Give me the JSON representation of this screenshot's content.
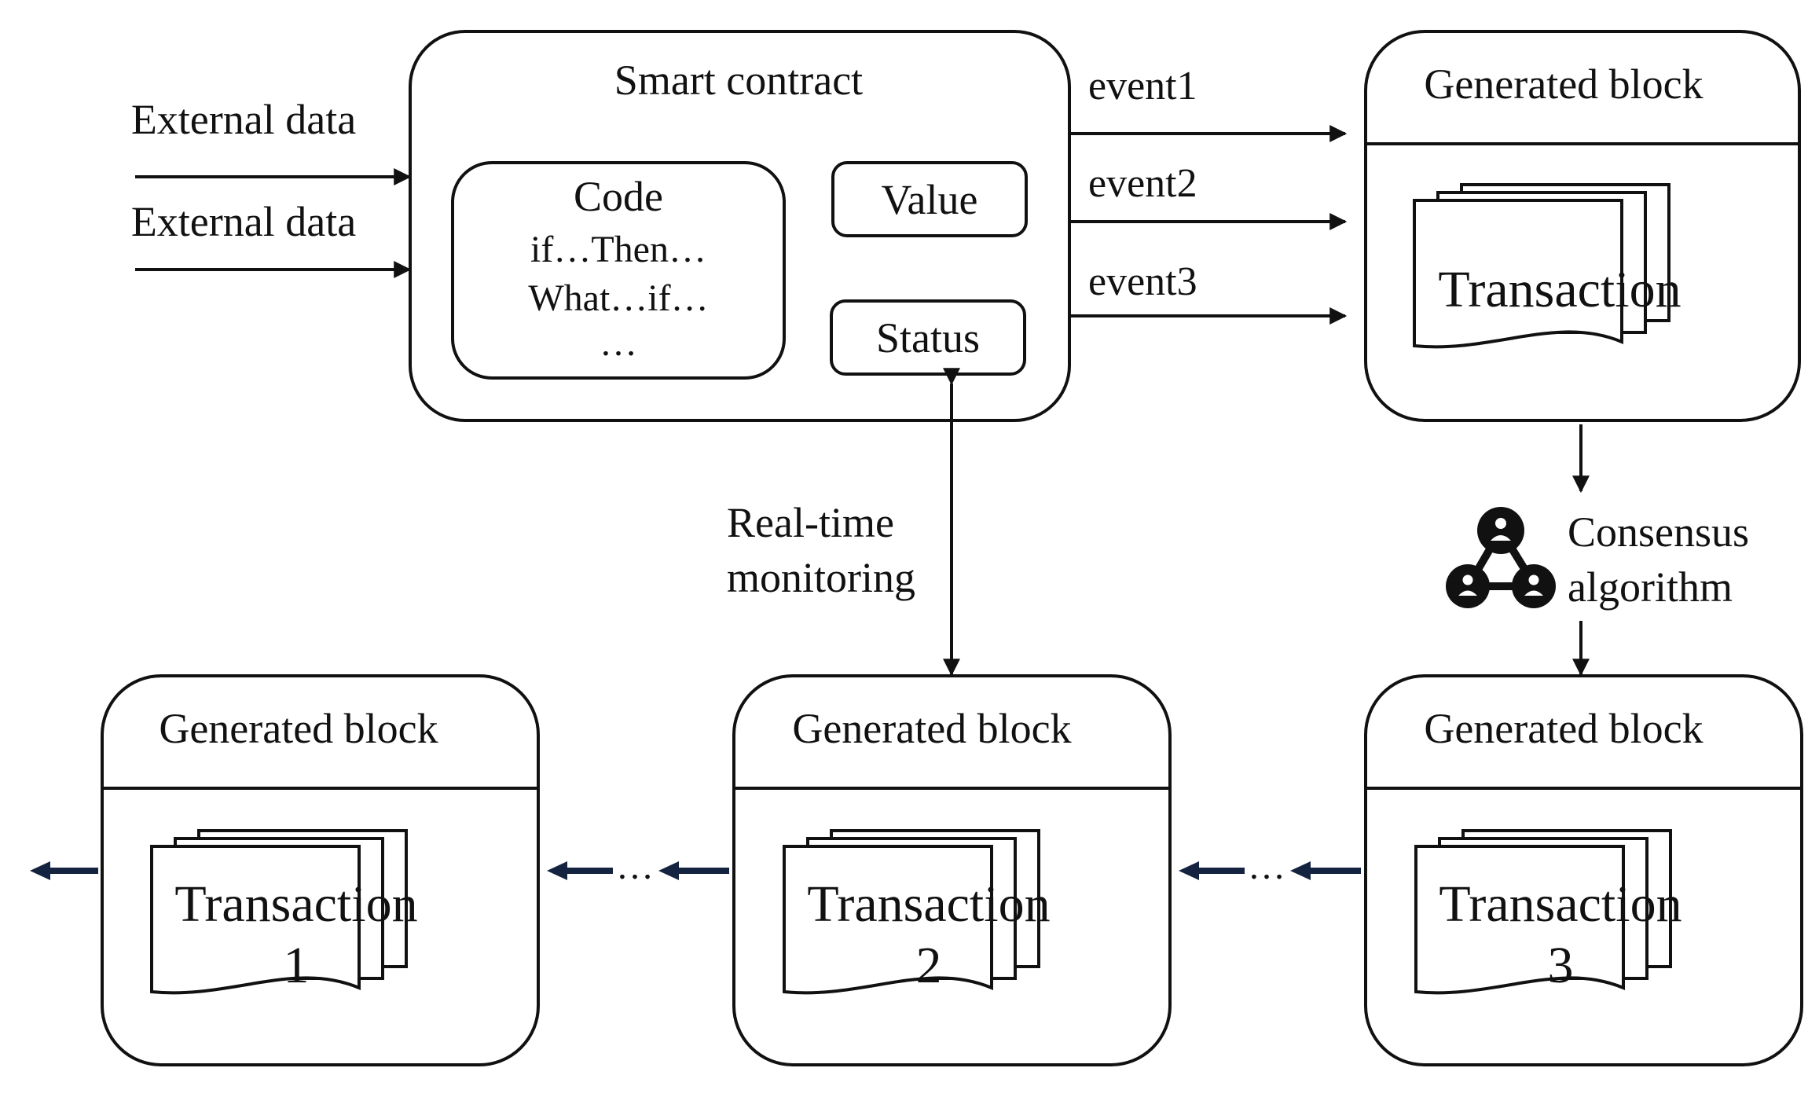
{
  "external_inputs": [
    "External data",
    "External data"
  ],
  "smart_contract": {
    "title": "Smart contract",
    "code": {
      "title": "Code",
      "lines": [
        "if…Then…",
        "What…if…",
        "…"
      ]
    },
    "value_label": "Value",
    "status_label": "Status"
  },
  "events": [
    "event1",
    "event2",
    "event3"
  ],
  "top_block": {
    "title": "Generated block",
    "transaction": "Transaction"
  },
  "consensus": {
    "icon": "consensus-network-icon",
    "lines": [
      "Consensus",
      "algorithm"
    ]
  },
  "monitoring": {
    "lines": [
      "Real-time",
      "monitoring"
    ]
  },
  "chain_blocks": [
    {
      "title": "Generated block",
      "transaction": "Transaction",
      "number": "1"
    },
    {
      "title": "Generated block",
      "transaction": "Transaction",
      "number": "2"
    },
    {
      "title": "Generated block",
      "transaction": "Transaction",
      "number": "3"
    }
  ],
  "chain_gap_ellipsis": "…",
  "colors": {
    "stroke": "#111111",
    "chain_arrow": "#14233f",
    "background": "#ffffff"
  }
}
